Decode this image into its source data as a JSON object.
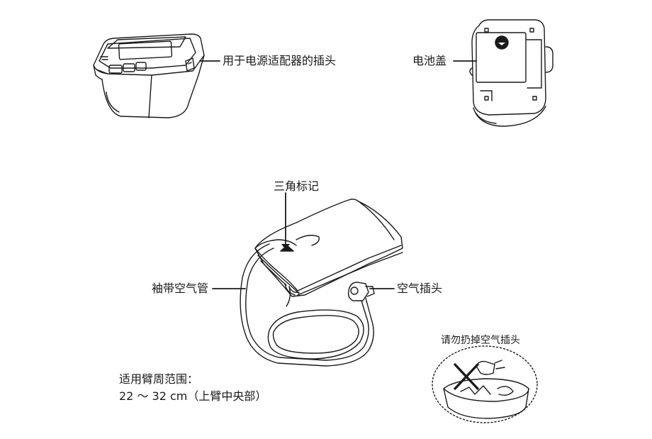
{
  "labels": {
    "adapter_plug": "用于电源适配器的插头",
    "battery_cover": "电池盖",
    "triangle_mark": "三角标记",
    "cuff_air_tube": "袖带空气管",
    "air_plug": "空气插头",
    "warning": "请勿扔掉空气插头",
    "applicable_range_title": "适用臂周范围：",
    "applicable_range_value": "22 ～ 32 cm（上臂中央部）"
  }
}
